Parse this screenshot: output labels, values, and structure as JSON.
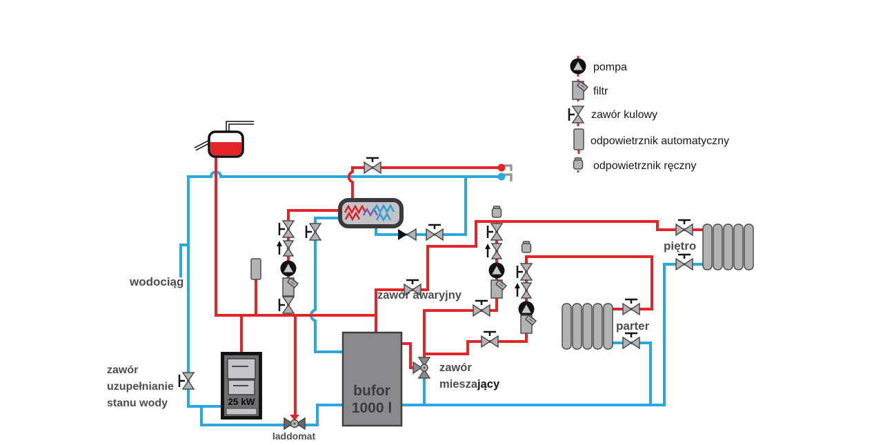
{
  "legend": {
    "items": [
      {
        "icon": "pump-icon",
        "label": "pompa"
      },
      {
        "icon": "filter-icon",
        "label": "filtr"
      },
      {
        "icon": "ball-valve-icon",
        "label": "zawór kulowy"
      },
      {
        "icon": "automatic-air-vent-icon",
        "label": "odpowietrznik automatyczny"
      },
      {
        "icon": "manual-air-vent-icon",
        "label": "odpowietrznik ręczny"
      }
    ]
  },
  "labels": {
    "water_main": "wodociąg",
    "refill_valve_line1": "zawór",
    "refill_valve_line2": "uzupełnianie",
    "refill_valve_line3": "stanu wody",
    "boiler_power": "25 kW",
    "laddomat": "laddomat",
    "buffer_line1": "bufor",
    "buffer_line2": "1000 l",
    "emergency_valve": "zawór awaryjny",
    "mixing_valve_line1": "zawór",
    "mixing_valve_line2a": "miesza",
    "mixing_valve_line2b": "jący",
    "floor_upstairs": "piętro",
    "floor_ground": "parter"
  },
  "colors": {
    "hot_pipe": "#e32528",
    "cold_pipe": "#29a8e0",
    "component_gray": "#b3b3b5",
    "outline_gray": "#4a4a4c",
    "label_gray": "#4d4d4f"
  }
}
